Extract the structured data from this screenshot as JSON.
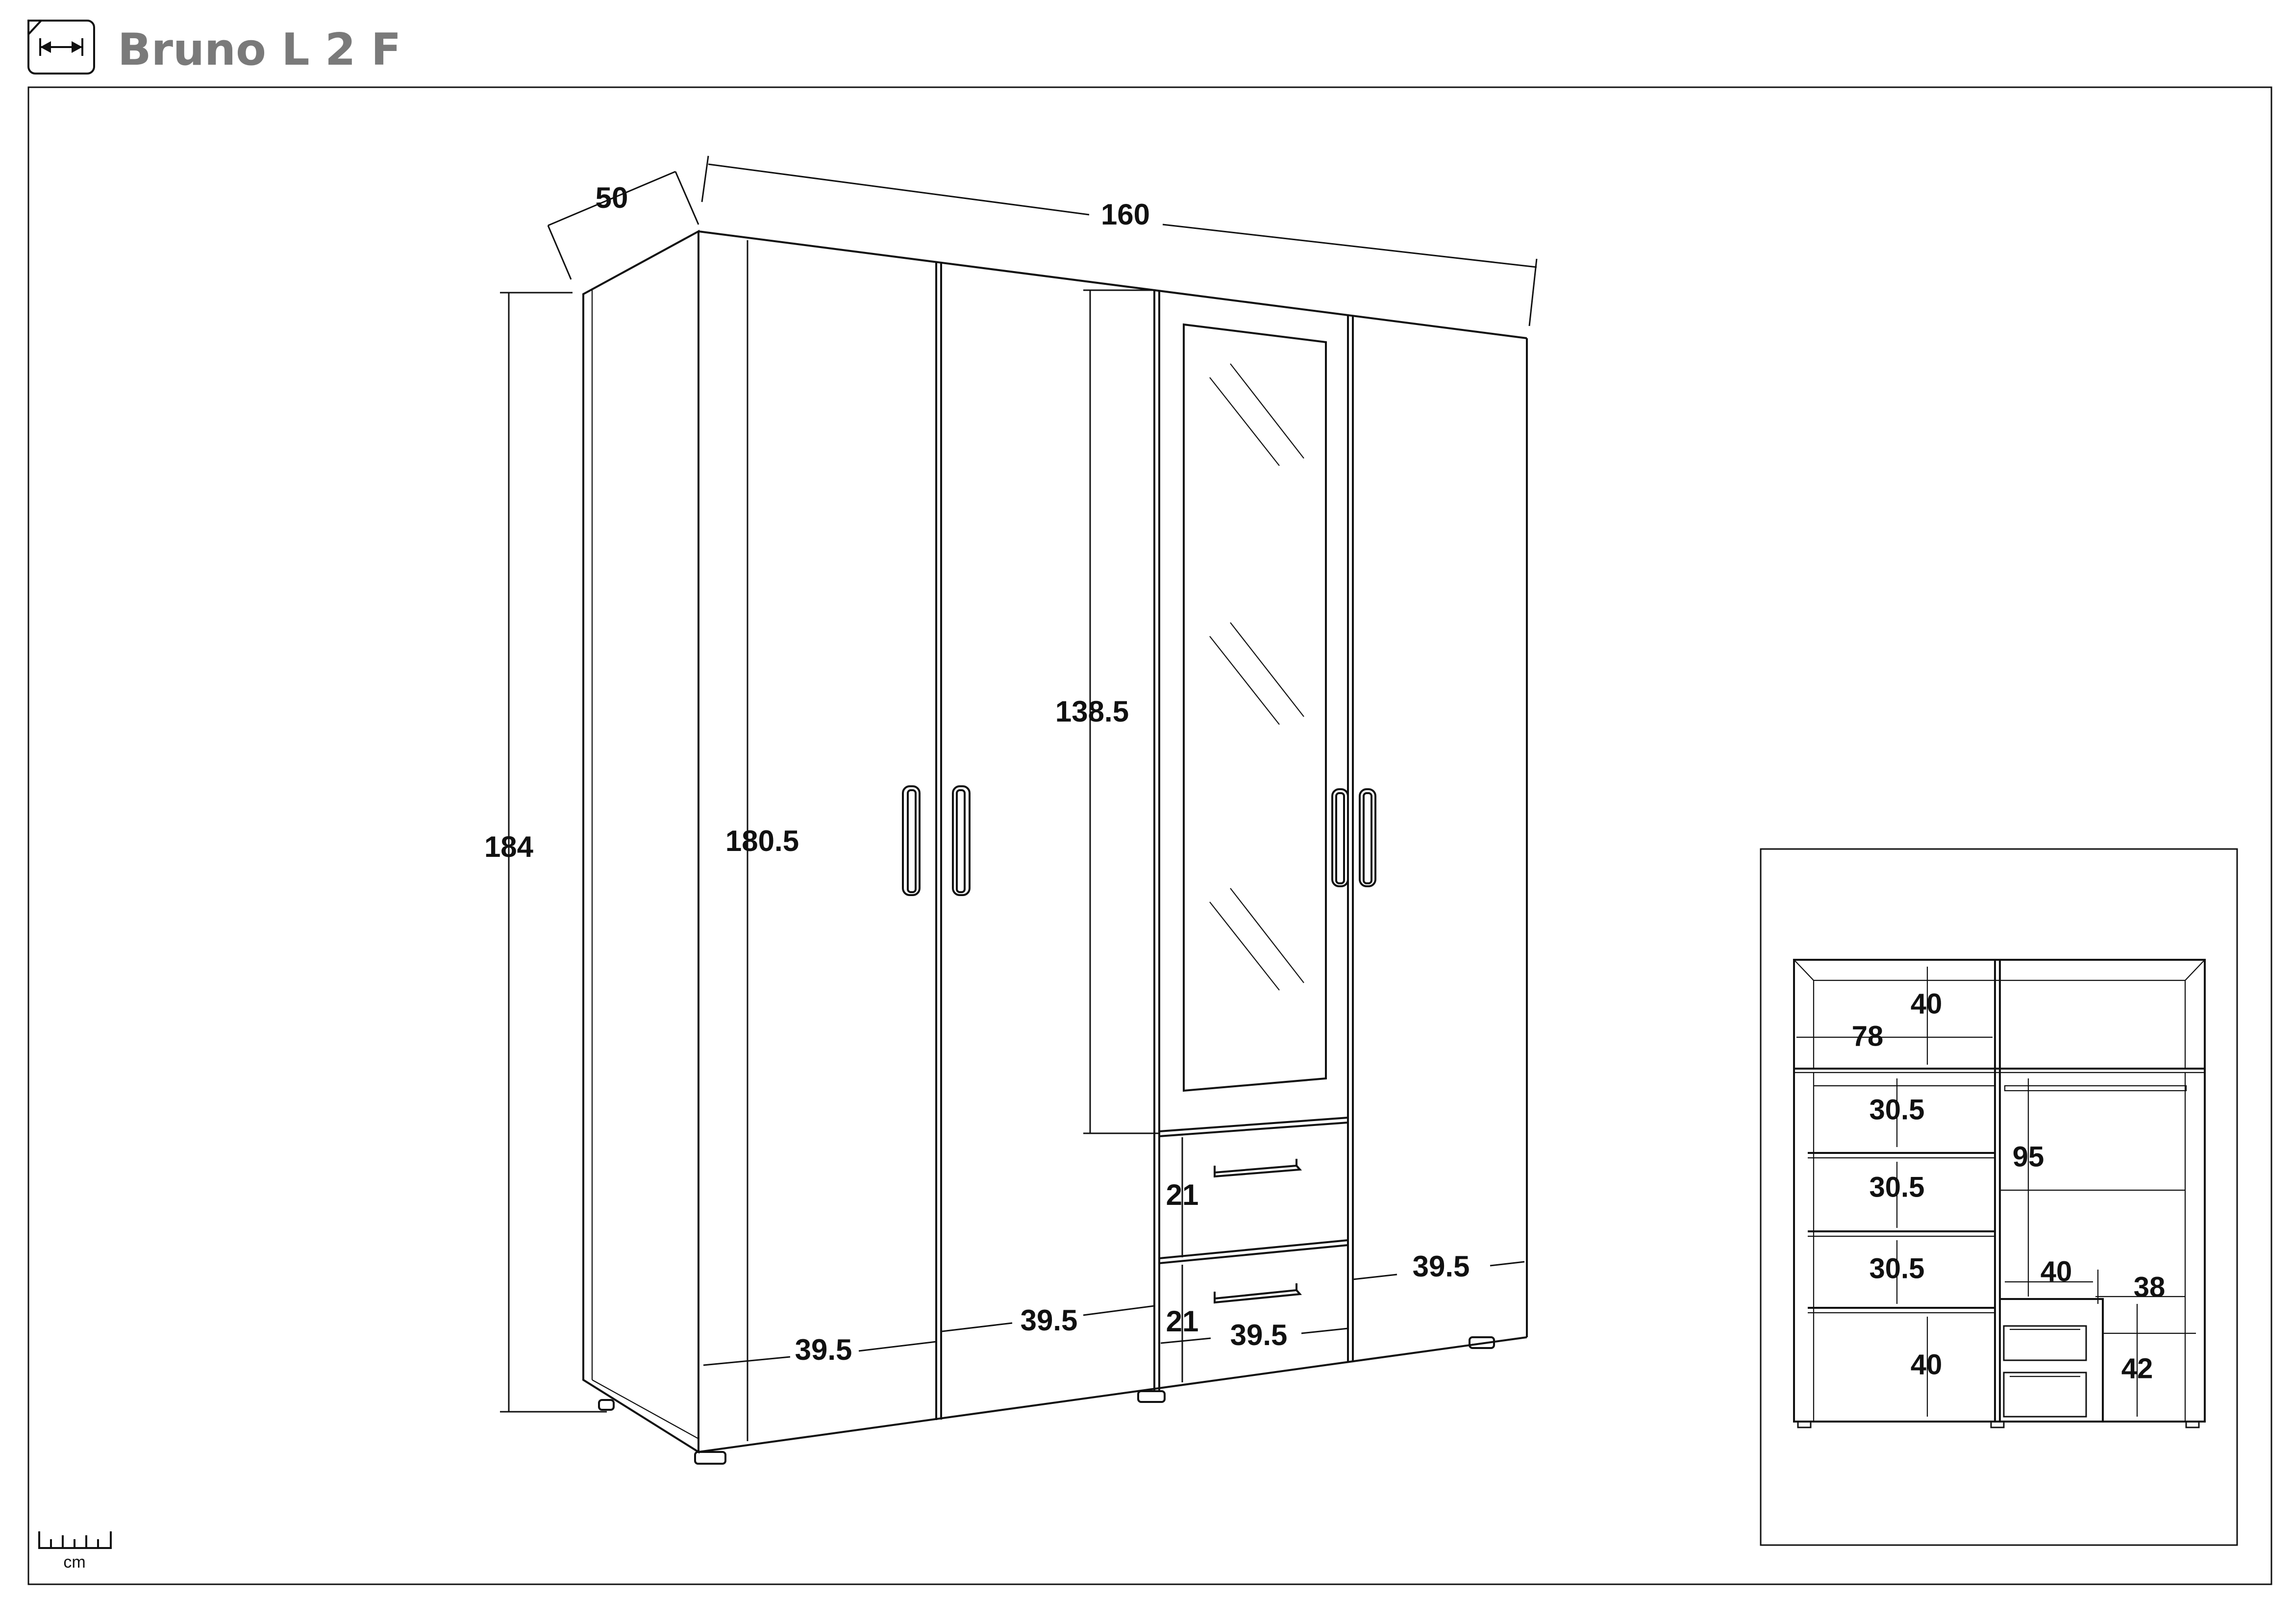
{
  "header": {
    "title": "Bruno L 2 F",
    "icon": "dimensions-icon"
  },
  "scale": {
    "unit": "cm"
  },
  "front_view": {
    "depth": "50",
    "width": "160",
    "height_total": "184",
    "door_height": "180.5",
    "mirror_height": "138.5",
    "drawer_height_top": "21",
    "drawer_height_bottom": "21",
    "door_width_1": "39.5",
    "door_width_2": "39.5",
    "drawer_width": "39.5",
    "door_width_4": "39.5"
  },
  "interior_view": {
    "top_shelf_height": "40",
    "left_width": "78",
    "shelf_1": "30.5",
    "shelf_2": "30.5",
    "shelf_3": "30.5",
    "bottom_left": "40",
    "hanging_height": "95",
    "drawer_unit_width": "40",
    "right_gap_width": "38",
    "bottom_right_height": "42"
  }
}
